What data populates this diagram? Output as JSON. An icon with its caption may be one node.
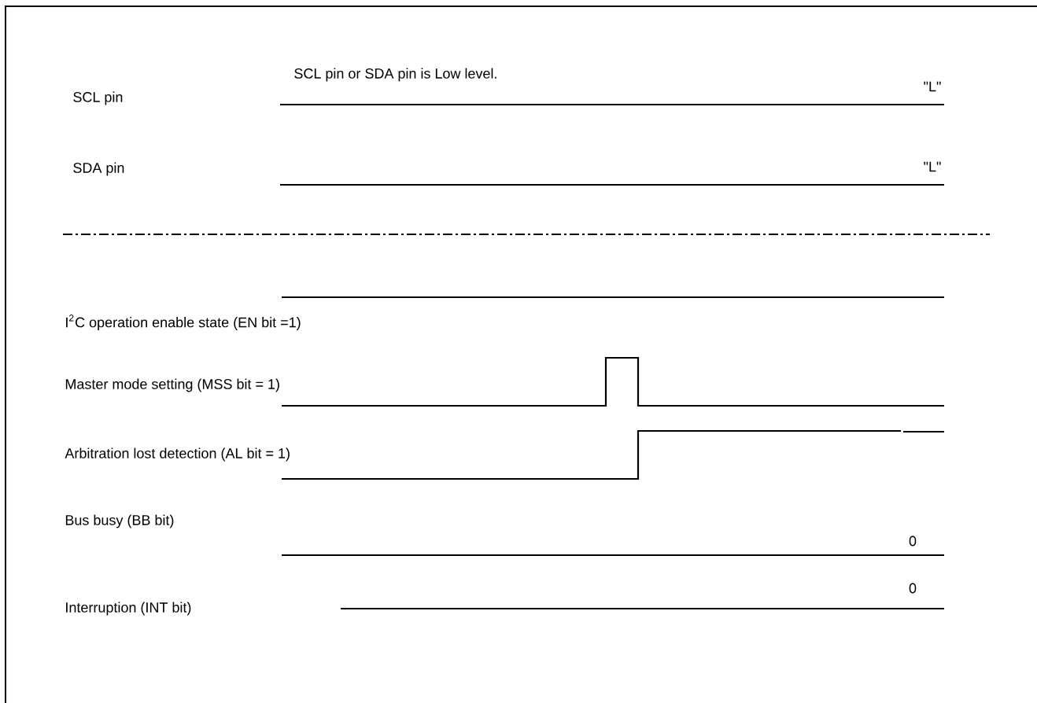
{
  "diagram": {
    "labels": [
      "SCL pin or SDA pin is Low level.",
      "SCL pin",
      "\"L\"",
      "SDA pin",
      "\"L\"",
      "I$^{2}$C operation enable state (EN bit =1)",
      "Master mode setting (MSS bit = 1)",
      "Arbitration lost detection (AL bit = 1)",
      "Bus busy (BB bit)",
      "0",
      "Interruption (INT bit)",
      "0"
    ]
  }
}
